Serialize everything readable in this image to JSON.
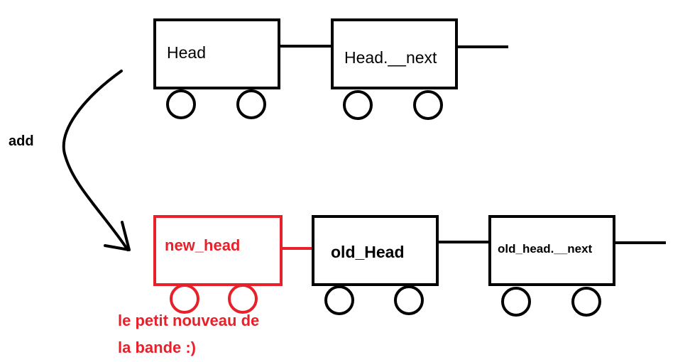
{
  "colors": {
    "ink": "#000000",
    "new_node": "#e8202a"
  },
  "top_row": {
    "head_label": "Head",
    "next_label": "Head.__next"
  },
  "arrow_label": "add",
  "bottom_row": {
    "new_head_label": "new_head",
    "old_head_label": "old_Head",
    "old_next_label": "old_head.__next"
  },
  "caption": {
    "line1": "le petit nouveau de",
    "line2": "la bande :)"
  }
}
